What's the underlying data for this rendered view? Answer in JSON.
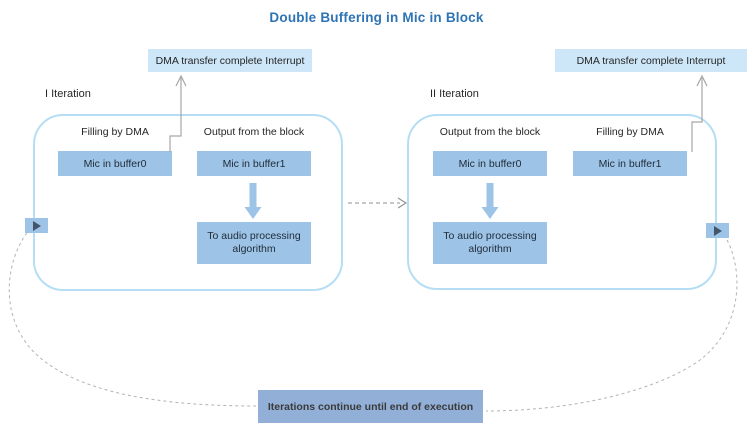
{
  "title": "Double Buffering in Mic in Block",
  "iterations": [
    {
      "label": "I Iteration",
      "interrupt": "DMA transfer complete Interrupt",
      "left_role": "Filling by DMA",
      "right_role": "Output from the block",
      "left_buffer": "Mic in buffer0",
      "right_buffer": "Mic in buffer1",
      "process": "To audio processing algorithm"
    },
    {
      "label": "II Iteration",
      "interrupt": "DMA transfer complete Interrupt",
      "left_role": "Output from the block",
      "right_role": "Filling by DMA",
      "left_buffer": "Mic in buffer0",
      "right_buffer": "Mic in buffer1",
      "process": "To audio processing algorithm"
    }
  ],
  "footer": {
    "label": "Iterations continue until end of execution"
  },
  "icons": {
    "play_left": "play-icon",
    "play_right": "play-icon"
  },
  "colors": {
    "title": "#2E74B5",
    "interrupt_box_bg": "#CDE6F8",
    "buffer_box_bg": "#9DC3E6",
    "process_box_bg": "#9DC3E6",
    "footer_box_bg": "#92AFD7",
    "container_border": "#B5DEF4",
    "connector_gray": "#A6A6A6",
    "dashed_gray": "#B3B3B3",
    "play_icon_glyph": "#44546A"
  }
}
